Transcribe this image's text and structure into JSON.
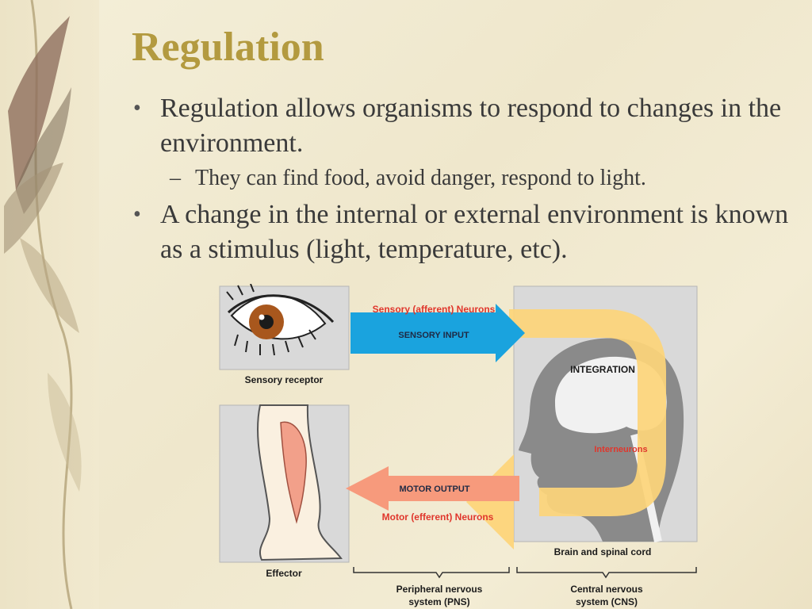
{
  "slide": {
    "title": "Regulation",
    "bullets": [
      {
        "text": "Regulation allows organisms to respond to changes in the environment."
      },
      {
        "text": "They can find food, avoid danger, respond to light."
      },
      {
        "text": "A change in the internal or external environment is known as a stimulus (light, temperature, etc)."
      }
    ]
  },
  "diagram": {
    "sensory_neurons": "Sensory (afferent) Neurons",
    "sensory_input": "SENSORY INPUT",
    "integration": "INTEGRATION",
    "interneurons": "Interneurons",
    "motor_output": "MOTOR OUTPUT",
    "motor_neurons": "Motor (efferent) Neurons",
    "sensory_receptor": "Sensory receptor",
    "effector": "Effector",
    "brain_spinal": "Brain and spinal cord",
    "pns_line1": "Peripheral nervous",
    "pns_line2": "system (PNS)",
    "cns_line1": "Central nervous",
    "cns_line2": "system (CNS)"
  },
  "colors": {
    "title": "#b39a3f",
    "sensory_arrow": "#1aa3de",
    "integration_path": "#fdd57a",
    "motor_arrow": "#f79a7c",
    "label_red": "#e0362c"
  }
}
